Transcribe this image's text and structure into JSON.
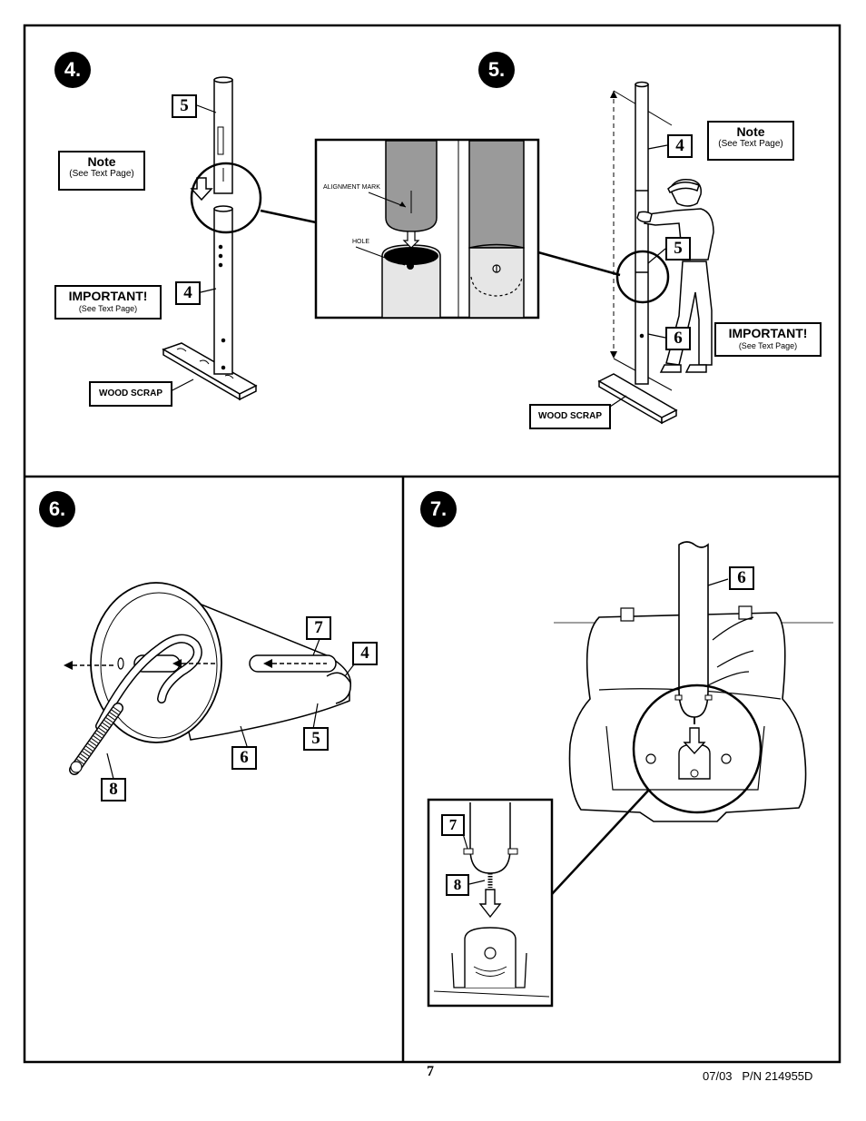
{
  "steps": {
    "step4": {
      "badge": "4.",
      "note": {
        "title": "Note",
        "sub": "(See Text Page)"
      },
      "important": {
        "title": "IMPORTANT!",
        "sub": "(See Text Page)"
      },
      "part_upper": "5",
      "part_lower": "4",
      "wood_scrap": "WOOD SCRAP",
      "inset": {
        "alignment_mark": "ALIGNMENT MARK",
        "hole": "HOLE"
      }
    },
    "step5": {
      "badge": "5.",
      "note": {
        "title": "Note",
        "sub": "(See Text Page)"
      },
      "important": {
        "title": "IMPORTANT!",
        "sub": "(See Text Page)"
      },
      "part_top": "4",
      "part_mid": "5",
      "part_bottom": "6",
      "wood_scrap": "WOOD SCRAP"
    },
    "step6": {
      "badge": "6.",
      "parts": {
        "p7": "7",
        "p4": "4",
        "p5": "5",
        "p6": "6",
        "p8": "8"
      }
    },
    "step7": {
      "badge": "7.",
      "parts": {
        "p6": "6",
        "p7": "7",
        "p8": "8"
      }
    }
  },
  "footer": {
    "page_number": "7",
    "code": "07/03   P/N 214955D"
  }
}
